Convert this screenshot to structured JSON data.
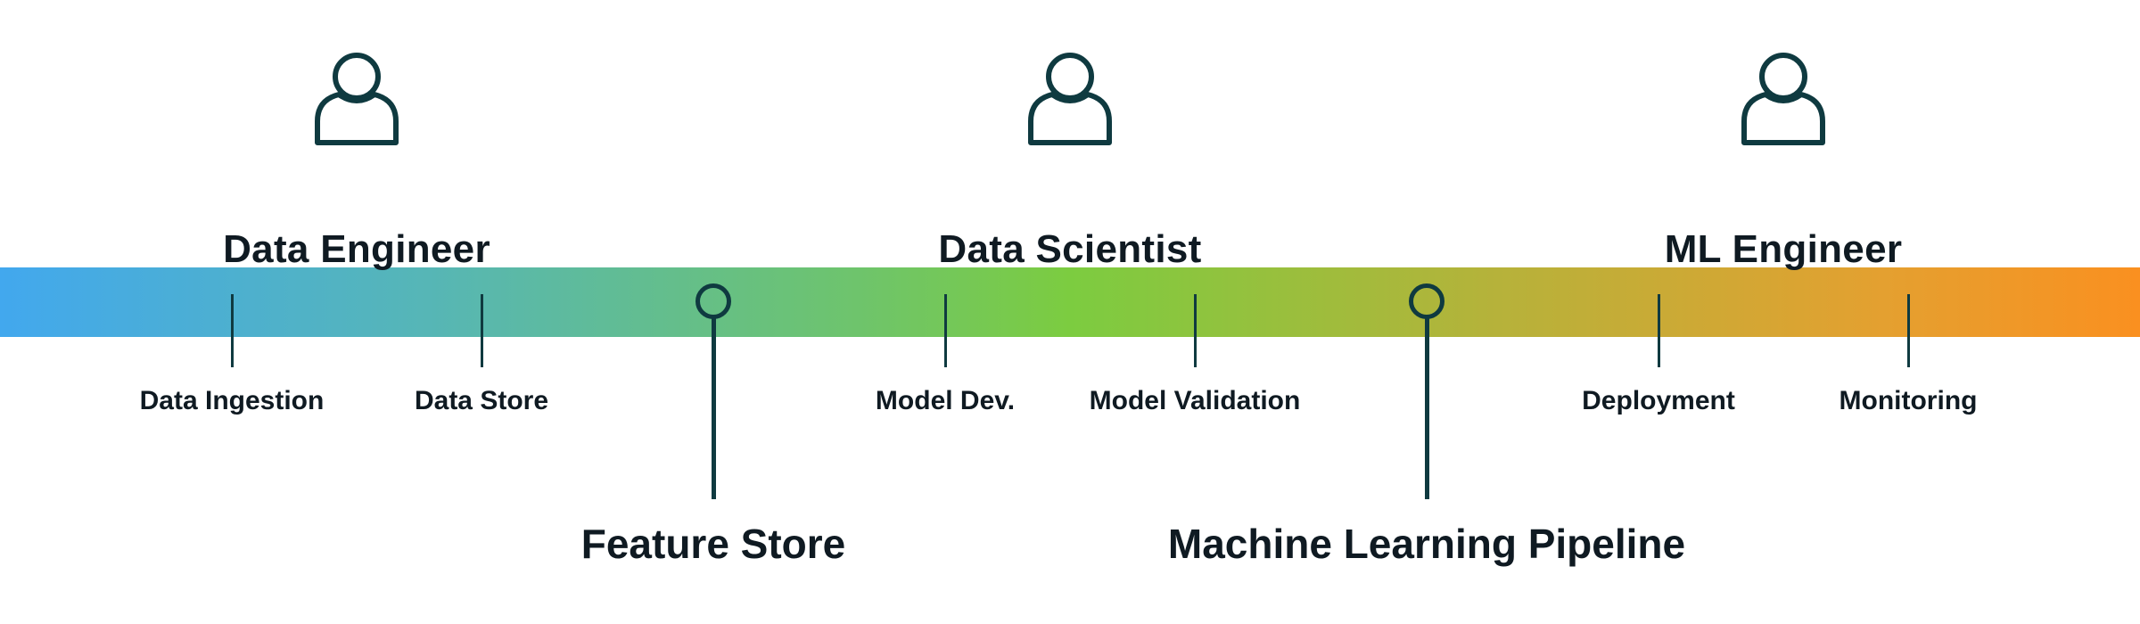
{
  "roles": [
    {
      "label": "Data Engineer",
      "icon": "person-icon"
    },
    {
      "label": "Data Scientist",
      "icon": "person-icon"
    },
    {
      "label": "ML Engineer",
      "icon": "person-icon"
    }
  ],
  "steps": [
    {
      "label": "Data Ingestion"
    },
    {
      "label": "Data Store"
    },
    {
      "label": "Model Dev."
    },
    {
      "label": "Model Validation"
    },
    {
      "label": "Deployment"
    },
    {
      "label": "Monitoring"
    }
  ],
  "milestones": [
    {
      "label": "Feature Store"
    },
    {
      "label": "Machine Learning Pipeline"
    }
  ],
  "colors": {
    "band_start": "#42a8ee",
    "band_mid": "#7ccc40",
    "band_end": "#fa9020",
    "line": "#0f3a40",
    "text": "#0f1a22"
  }
}
